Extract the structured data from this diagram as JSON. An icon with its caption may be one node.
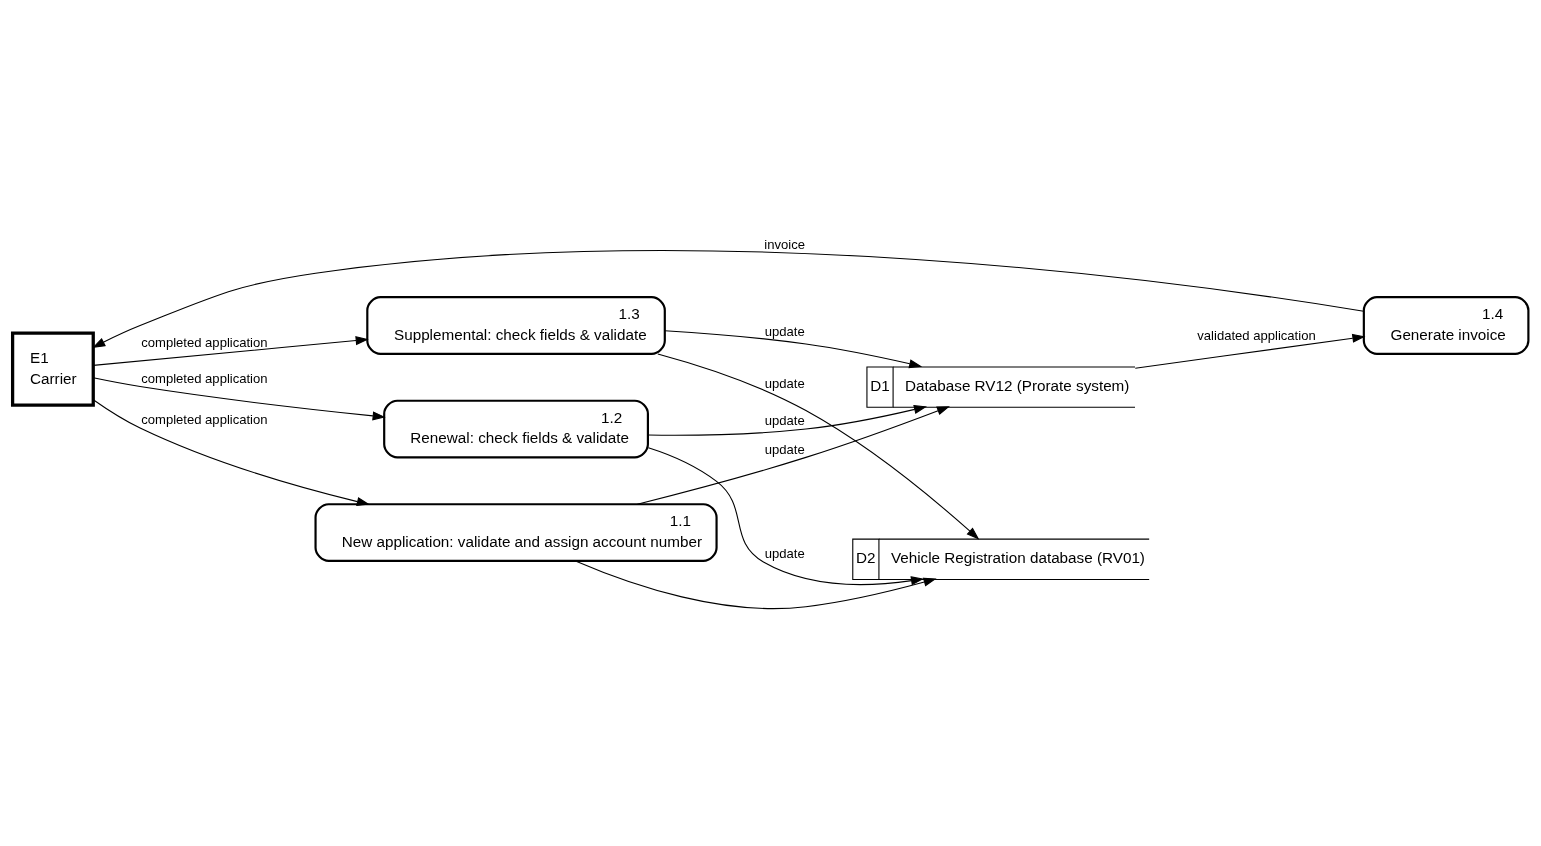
{
  "diagram": {
    "nodes": [
      {
        "text": [
          "E1",
          "Carrier"
        ]
      },
      {
        "text": [
          "1.1",
          "New application: validate and assign account number"
        ]
      },
      {
        "text": [
          "1.2",
          "Renewal: check fields & validate"
        ]
      },
      {
        "text": [
          "1.3",
          "Supplemental: check fields & validate"
        ]
      },
      {
        "text": [
          "1.4",
          "Generate invoice"
        ]
      },
      {
        "text": [
          "D1",
          "Database RV12 (Prorate system)"
        ]
      },
      {
        "text": [
          "D2",
          "Vehicle Registration database (RV01)"
        ]
      }
    ],
    "edges": [
      {
        "from": 0,
        "to": 1,
        "arrow": "to",
        "label": "completed application"
      },
      {
        "from": 0,
        "to": 2,
        "arrow": "to",
        "label": "completed application"
      },
      {
        "from": 0,
        "to": 3,
        "arrow": "to",
        "label": "completed application"
      },
      {
        "from": 1,
        "to": 5,
        "arrow": "to",
        "label": "update"
      },
      {
        "from": 1,
        "to": 6,
        "arrow": "to"
      },
      {
        "from": 2,
        "to": 5,
        "arrow": "to",
        "label": "update"
      },
      {
        "from": 2,
        "to": 6,
        "arrow": "to",
        "label": "update"
      },
      {
        "from": 3,
        "to": 5,
        "arrow": "to",
        "label": "update"
      },
      {
        "from": 3,
        "to": 6,
        "arrow": "to",
        "label": "update"
      },
      {
        "from": 5,
        "to": 4,
        "arrow": "to",
        "label": "validated application"
      },
      {
        "from": 4,
        "to": 0,
        "arrow": "to",
        "label": "invoice"
      }
    ]
  }
}
